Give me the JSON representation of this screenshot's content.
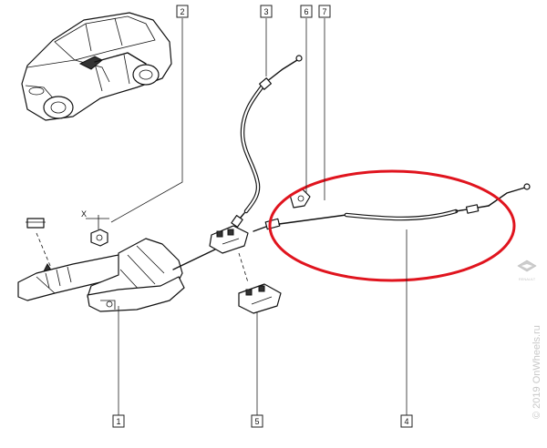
{
  "callouts": [
    {
      "label": "1"
    },
    {
      "label": "2"
    },
    {
      "label": "3"
    },
    {
      "label": "4"
    },
    {
      "label": "5"
    },
    {
      "label": "6"
    },
    {
      "label": "7"
    }
  ],
  "small_label": "X",
  "watermark": "© 2019 OnWheels.ru",
  "brand_small": "RENAULT",
  "colors": {
    "highlight": "#e0141e",
    "line": "#111111",
    "watermark": "#c8c8c8"
  }
}
